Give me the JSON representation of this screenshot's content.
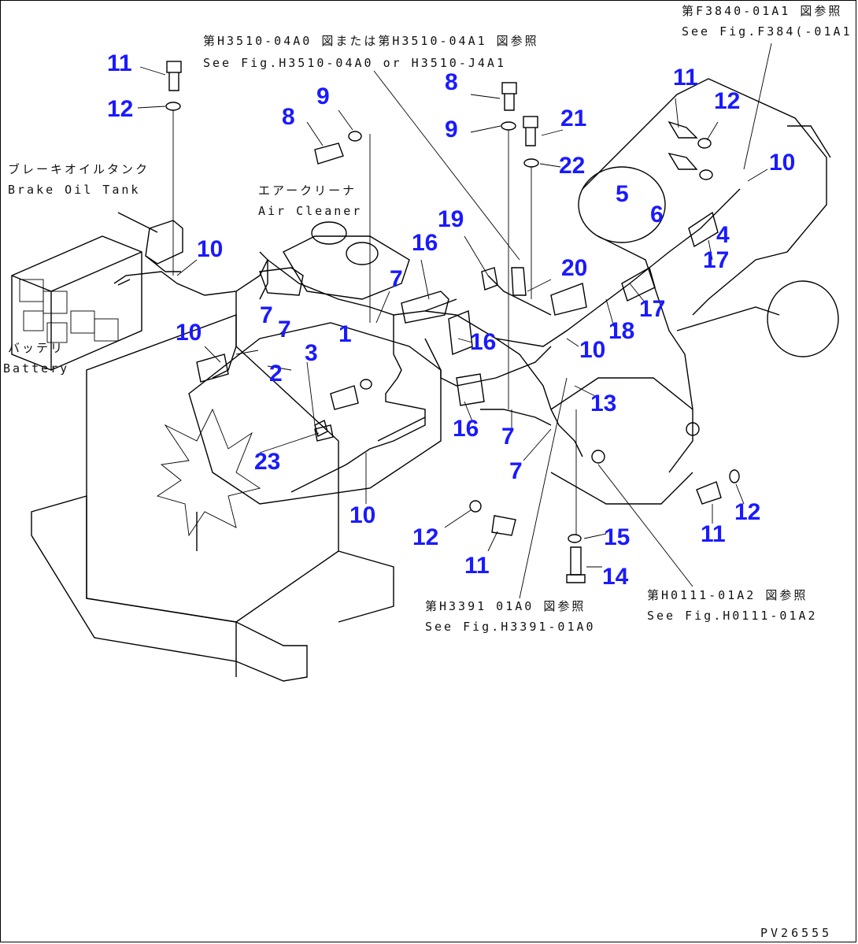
{
  "diagram": {
    "drawing_code": "PV26555",
    "notes": [
      {
        "id": "ref-h3510",
        "jp": "第H3510-04A0 図または第H3510-04A1 図参照",
        "en": "See Fig.H3510-04A0 or H3510-J4A1"
      },
      {
        "id": "ref-f3840",
        "jp": "第F3840-01A1 図参照",
        "en": "See Fig.F384(-01A1"
      },
      {
        "id": "ref-h3391",
        "jp": "第H3391 01A0 図参照",
        "en": "See Fig.H3391-01A0"
      },
      {
        "id": "ref-h0111",
        "jp": "第H0111-01A2 図参照",
        "en": "See Fig.H0111-01A2"
      },
      {
        "id": "brake-oil-tank",
        "jp": "ブレーキオイルタンク",
        "en": "Brake Oil Tank"
      },
      {
        "id": "air-cleaner",
        "jp": "エアークリーナ",
        "en": "Air Cleaner"
      },
      {
        "id": "battery",
        "jp": "バッテリ",
        "en": "Battery"
      }
    ],
    "callouts": [
      "11",
      "12",
      "8",
      "9",
      "8",
      "9",
      "21",
      "22",
      "11",
      "12",
      "10",
      "5",
      "6",
      "4",
      "17",
      "10",
      "19",
      "16",
      "7",
      "20",
      "7",
      "7",
      "1",
      "17",
      "18",
      "10",
      "16",
      "10",
      "3",
      "2",
      "13",
      "16",
      "7",
      "7",
      "23",
      "10",
      "12",
      "11",
      "12",
      "11",
      "15",
      "14"
    ]
  }
}
